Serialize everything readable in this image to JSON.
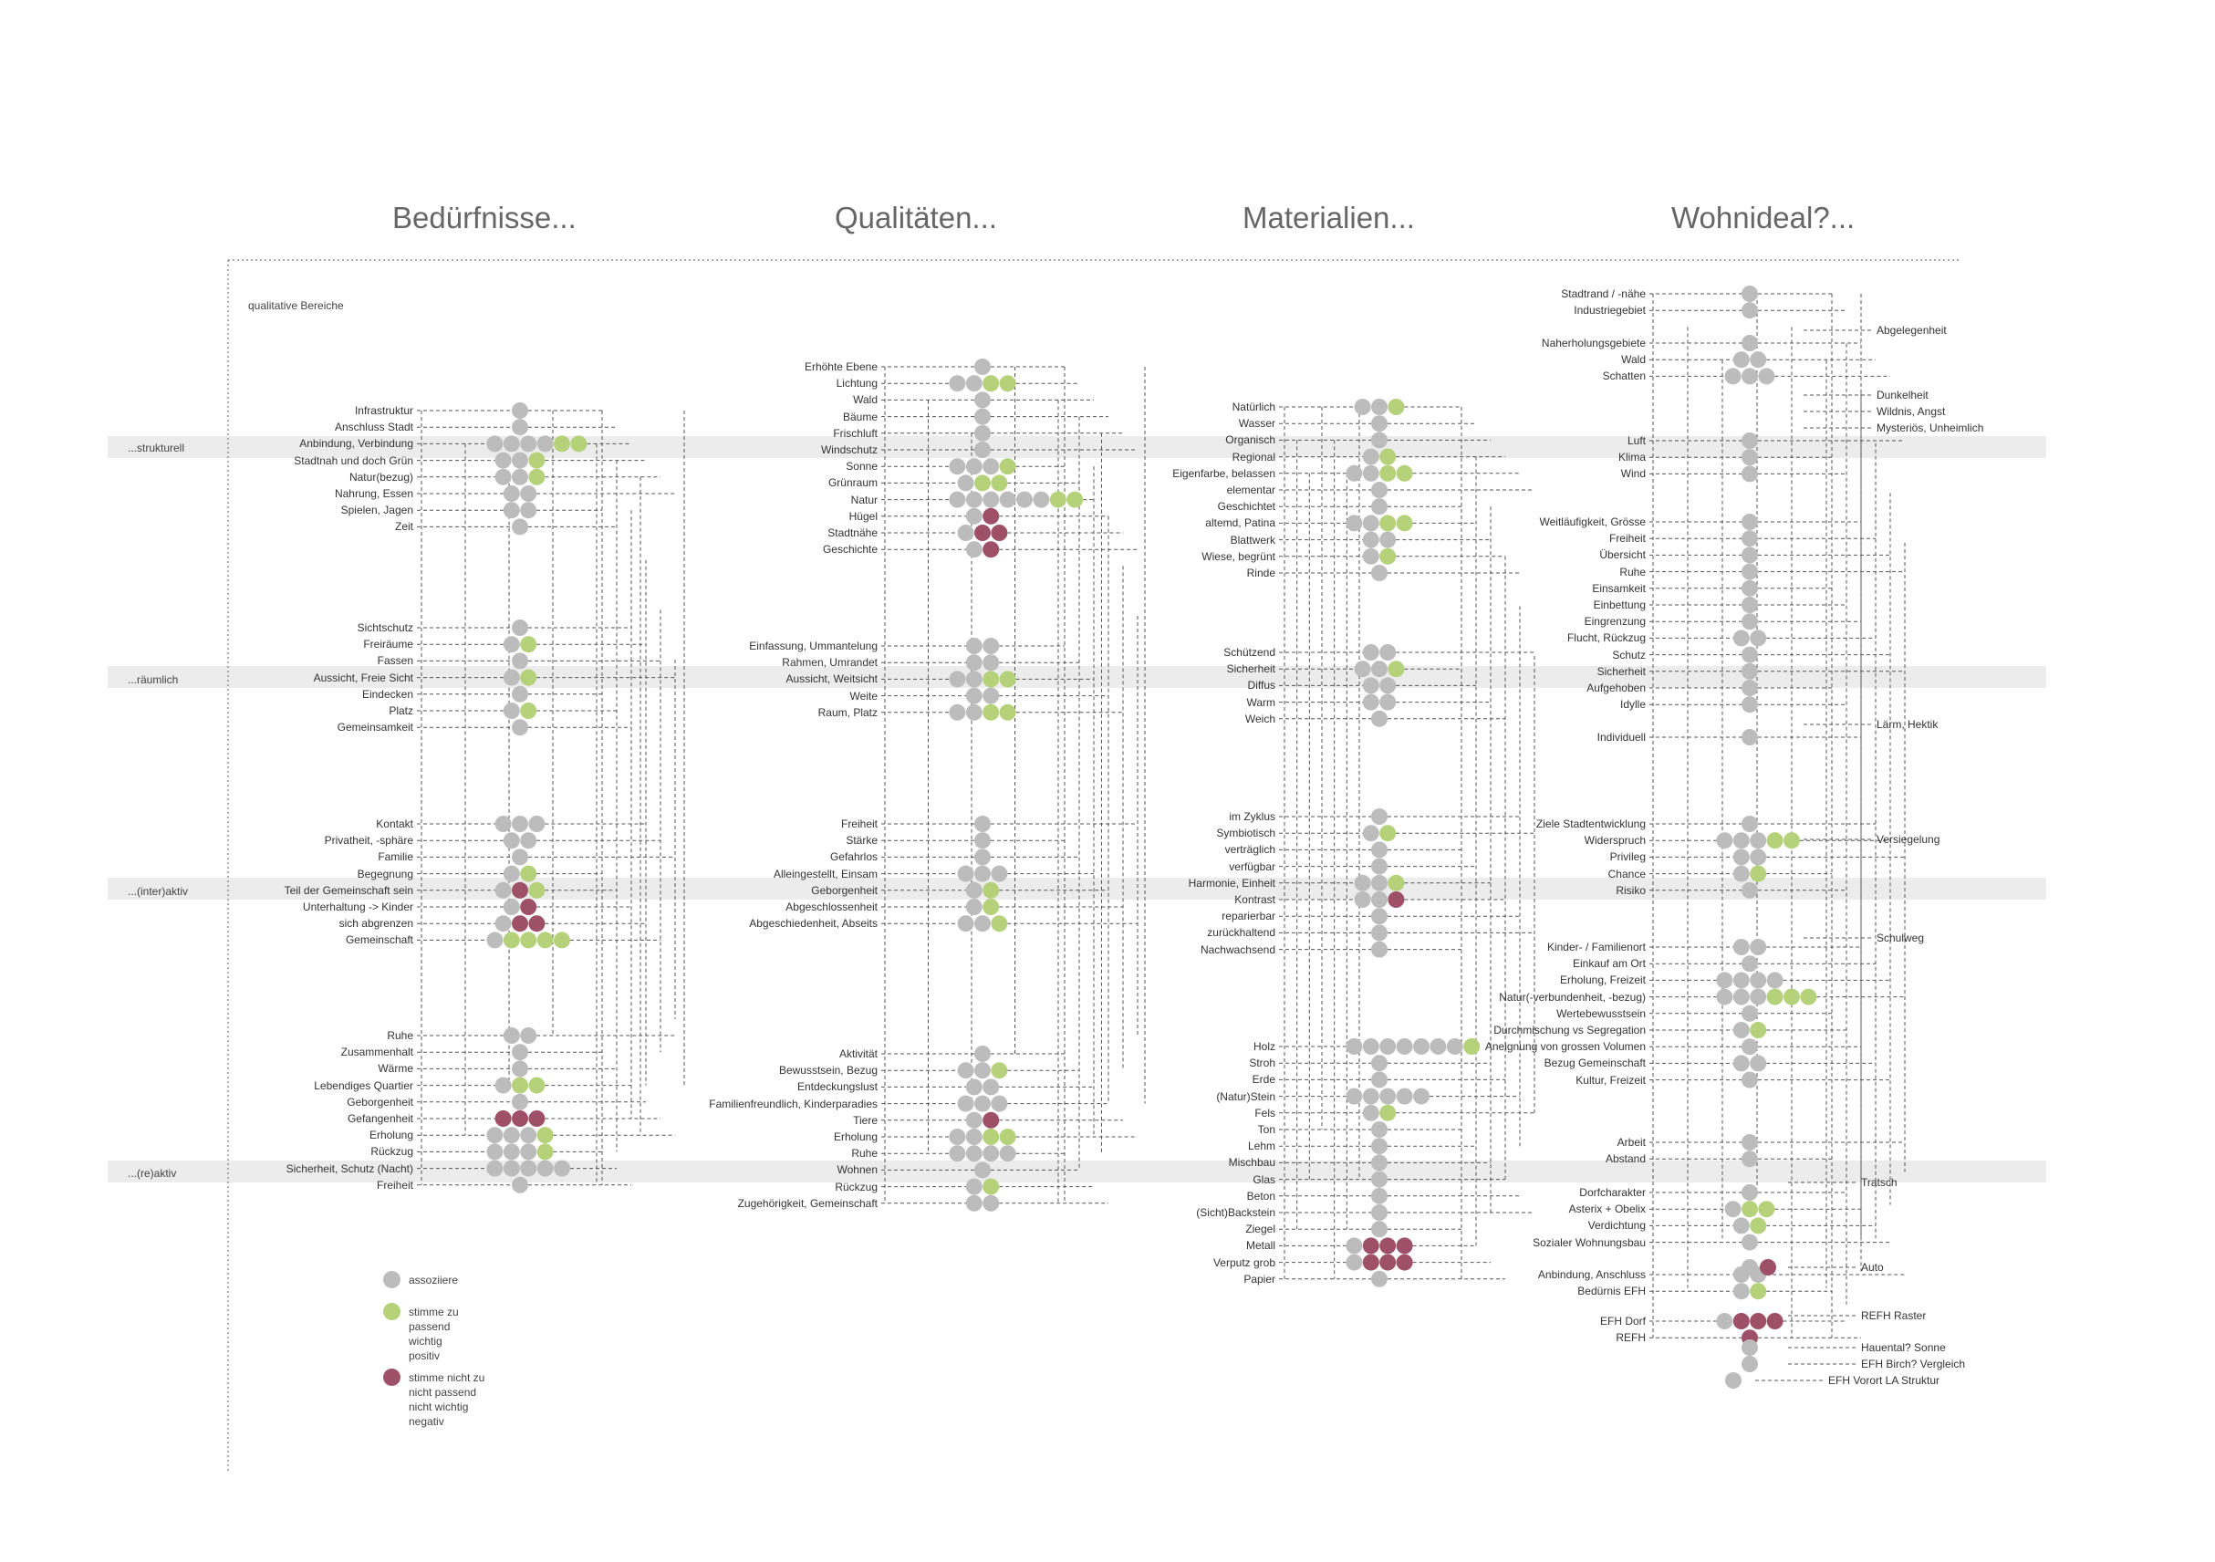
{
  "colors": {
    "assoc": "#bcbcbc",
    "agree": "#b5d17a",
    "disagree": "#9e5068",
    "band": "#ececec",
    "line": "#555555"
  },
  "headings": [
    "Bedürfnisse...",
    "Qualitäten...",
    "Materialien...",
    "Wohnideal?..."
  ],
  "note": "qualitative Bereiche",
  "bands": [
    {
      "label": "...strukturell"
    },
    {
      "label": "...räumlich"
    },
    {
      "label": "...(inter)aktiv"
    },
    {
      "label": "...(re)aktiv"
    }
  ],
  "legend": [
    {
      "kind": "assoc",
      "text": "assoziiere"
    },
    {
      "kind": "agree",
      "text": "stimme zu\npassend\nwichtig\npositiv"
    },
    {
      "kind": "disagree",
      "text": "stimme nicht zu\nnicht passend\nnicht wichtig\nnegativ"
    }
  ],
  "columns": [
    {
      "terms": [
        {
          "label": "Infrastruktur",
          "dots": "a"
        },
        {
          "label": "Anschluss Stadt",
          "dots": "a"
        },
        {
          "label": "Anbindung, Verbindung",
          "dots": "aaaagg"
        },
        {
          "label": "Stadtnah und doch Grün",
          "dots": "aag"
        },
        {
          "label": "Natur(bezug)",
          "dots": "aag"
        },
        {
          "label": "Nahrung, Essen",
          "dots": "aa"
        },
        {
          "label": "Spielen, Jagen",
          "dots": "aa"
        },
        {
          "label": "Zeit",
          "dots": "a"
        },
        {
          "label": "Sichtschutz",
          "dots": "a"
        },
        {
          "label": "Freiräume",
          "dots": "ag"
        },
        {
          "label": "Fassen",
          "dots": "a"
        },
        {
          "label": "Aussicht, Freie Sicht",
          "dots": "ag"
        },
        {
          "label": "Eindecken",
          "dots": "a"
        },
        {
          "label": "Platz",
          "dots": "ag"
        },
        {
          "label": "Gemeinsamkeit",
          "dots": "a"
        },
        {
          "label": "Kontakt",
          "dots": "aaa"
        },
        {
          "label": "Privatheit, -sphäre",
          "dots": "aa"
        },
        {
          "label": "Familie",
          "dots": "a"
        },
        {
          "label": "Begegnung",
          "dots": "ag"
        },
        {
          "label": "Teil der Gemeinschaft sein",
          "dots": "adg"
        },
        {
          "label": "Unterhaltung -> Kinder",
          "dots": "ad"
        },
        {
          "label": "sich abgrenzen",
          "dots": "add"
        },
        {
          "label": "Gemeinschaft",
          "dots": "agggg"
        },
        {
          "label": "Ruhe",
          "dots": "aa"
        },
        {
          "label": "Zusammenhalt",
          "dots": "a"
        },
        {
          "label": "Wärme",
          "dots": "a"
        },
        {
          "label": "Lebendiges Quartier",
          "dots": "agg"
        },
        {
          "label": "Geborgenheit",
          "dots": "a"
        },
        {
          "label": "Gefangenheit",
          "dots": "ddd"
        },
        {
          "label": "Erholung",
          "dots": "aaag"
        },
        {
          "label": "Rückzug",
          "dots": "aaag"
        },
        {
          "label": "Sicherheit, Schutz (Nacht)",
          "dots": "aaaaa"
        },
        {
          "label": "Freiheit",
          "dots": "a"
        }
      ]
    },
    {
      "terms": [
        {
          "label": "Erhöhte Ebene",
          "dots": "a"
        },
        {
          "label": "Lichtung",
          "dots": "aagg"
        },
        {
          "label": "Wald",
          "dots": "a"
        },
        {
          "label": "Bäume",
          "dots": "a"
        },
        {
          "label": "Frischluft",
          "dots": "a"
        },
        {
          "label": "Windschutz",
          "dots": "a"
        },
        {
          "label": "Sonne",
          "dots": "aaag"
        },
        {
          "label": "Grünraum",
          "dots": "agg"
        },
        {
          "label": "Natur",
          "dots": "aaaaaagg"
        },
        {
          "label": "Hügel",
          "dots": "ad"
        },
        {
          "label": "Stadtnähe",
          "dots": "add"
        },
        {
          "label": "Geschichte",
          "dots": "ad"
        },
        {
          "label": "Einfassung, Ummantelung",
          "dots": "aa"
        },
        {
          "label": "Rahmen, Umrandet",
          "dots": "aa"
        },
        {
          "label": "Aussicht, Weitsicht",
          "dots": "aagg"
        },
        {
          "label": "Weite",
          "dots": "aa"
        },
        {
          "label": "Raum, Platz",
          "dots": "aagg"
        },
        {
          "label": "Freiheit",
          "dots": "a"
        },
        {
          "label": "Stärke",
          "dots": "a"
        },
        {
          "label": "Gefahrlos",
          "dots": "a"
        },
        {
          "label": "Alleingestellt, Einsam",
          "dots": "aaa"
        },
        {
          "label": "Geborgenheit",
          "dots": "ag"
        },
        {
          "label": "Abgeschlossenheit",
          "dots": "ag"
        },
        {
          "label": "Abgeschiedenheit, Abseits",
          "dots": "aag"
        },
        {
          "label": "Aktivität",
          "dots": "a"
        },
        {
          "label": "Bewusstsein, Bezug",
          "dots": "aag"
        },
        {
          "label": "Entdeckungslust",
          "dots": "aa"
        },
        {
          "label": "Familienfreundlich, Kinderparadies",
          "dots": "aaa"
        },
        {
          "label": "Tiere",
          "dots": "ad"
        },
        {
          "label": "Erholung",
          "dots": "aagg"
        },
        {
          "label": "Ruhe",
          "dots": "aaaa"
        },
        {
          "label": "Wohnen",
          "dots": "a"
        },
        {
          "label": "Rückzug",
          "dots": "ag"
        },
        {
          "label": "Zugehörigkeit, Gemeinschaft",
          "dots": "aa"
        }
      ]
    },
    {
      "terms": [
        {
          "label": "Natürlich",
          "dots": "aag"
        },
        {
          "label": "Wasser",
          "dots": "a"
        },
        {
          "label": "Organisch",
          "dots": "a"
        },
        {
          "label": "Regional",
          "dots": "ag"
        },
        {
          "label": "Eigenfarbe, belassen",
          "dots": "aagg"
        },
        {
          "label": "elementar",
          "dots": "a"
        },
        {
          "label": "Geschichtet",
          "dots": "a"
        },
        {
          "label": "altemd, Patina",
          "dots": "aagg"
        },
        {
          "label": "Blattwerk",
          "dots": "aa"
        },
        {
          "label": "Wiese, begrünt",
          "dots": "ag"
        },
        {
          "label": "Rinde",
          "dots": "a"
        },
        {
          "label": "Schützend",
          "dots": "aa"
        },
        {
          "label": "Sicherheit",
          "dots": "aag"
        },
        {
          "label": "Diffus",
          "dots": "aa"
        },
        {
          "label": "Warm",
          "dots": "aa"
        },
        {
          "label": "Weich",
          "dots": "a"
        },
        {
          "label": "im Zyklus",
          "dots": "a"
        },
        {
          "label": "Symbiotisch",
          "dots": "ag"
        },
        {
          "label": "verträglich",
          "dots": "a"
        },
        {
          "label": "verfügbar",
          "dots": "a"
        },
        {
          "label": "Harmonie, Einheit",
          "dots": "aag"
        },
        {
          "label": "Kontrast",
          "dots": "aad"
        },
        {
          "label": "reparierbar",
          "dots": "a"
        },
        {
          "label": "zurückhaltend",
          "dots": "a"
        },
        {
          "label": "Nachwachsend",
          "dots": "a"
        },
        {
          "label": "Holz",
          "dots": "aaaaaaag"
        },
        {
          "label": "Stroh",
          "dots": "a"
        },
        {
          "label": "Erde",
          "dots": "a"
        },
        {
          "label": "(Natur)Stein",
          "dots": "aaaaa"
        },
        {
          "label": "Fels",
          "dots": "ag"
        },
        {
          "label": "Ton",
          "dots": "a"
        },
        {
          "label": "Lehm",
          "dots": "a"
        },
        {
          "label": "Mischbau",
          "dots": "a"
        },
        {
          "label": "Glas",
          "dots": "a"
        },
        {
          "label": "Beton",
          "dots": "a"
        },
        {
          "label": "(Sicht)Backstein",
          "dots": "a"
        },
        {
          "label": "Ziegel",
          "dots": "a"
        },
        {
          "label": "Metall",
          "dots": "addd"
        },
        {
          "label": "Verputz grob",
          "dots": "addd"
        },
        {
          "label": "Papier",
          "dots": "a"
        }
      ]
    },
    {
      "terms": [
        {
          "label": "Stadtrand / -nähe",
          "dots": "a"
        },
        {
          "label": "Industriegebiet",
          "dots": "a"
        },
        {
          "label": "Naherholungsgebiete",
          "dots": "a"
        },
        {
          "label": "Wald",
          "dots": "aa"
        },
        {
          "label": "Schatten",
          "dots": "aaa"
        },
        {
          "label": "Luft",
          "dots": "a"
        },
        {
          "label": "Klima",
          "dots": "a"
        },
        {
          "label": "Wind",
          "dots": "a"
        },
        {
          "label": "Weitläufigkeit, Grösse",
          "dots": "a"
        },
        {
          "label": "Freiheit",
          "dots": "a"
        },
        {
          "label": "Übersicht",
          "dots": "a"
        },
        {
          "label": "Ruhe",
          "dots": "a"
        },
        {
          "label": "Einsamkeit",
          "dots": "a"
        },
        {
          "label": "Einbettung",
          "dots": "a"
        },
        {
          "label": "Eingrenzung",
          "dots": "a"
        },
        {
          "label": "Flucht, Rückzug",
          "dots": "aa"
        },
        {
          "label": "Schutz",
          "dots": "a"
        },
        {
          "label": "Sicherheit",
          "dots": "a"
        },
        {
          "label": "Aufgehoben",
          "dots": "a"
        },
        {
          "label": "Idylle",
          "dots": "a"
        },
        {
          "label": "Individuell",
          "dots": "a"
        },
        {
          "label": "Ziele Stadtentwicklung",
          "dots": "a"
        },
        {
          "label": "Widerspruch",
          "dots": "aaagg"
        },
        {
          "label": "Privileg",
          "dots": "aa"
        },
        {
          "label": "Chance",
          "dots": "ag"
        },
        {
          "label": "Risiko",
          "dots": "a"
        },
        {
          "label": "Kinder- / Familienort",
          "dots": "aa"
        },
        {
          "label": "Einkauf am Ort",
          "dots": "a"
        },
        {
          "label": "Erholung, Freizeit",
          "dots": "aaaa"
        },
        {
          "label": "Natur(-verbundenheit, -bezug)",
          "dots": "aaaggg"
        },
        {
          "label": "Wertebewusstsein",
          "dots": "a"
        },
        {
          "label": "Durchmischung vs Segregation",
          "dots": "ag"
        },
        {
          "label": "Aneignung von grossen Volumen",
          "dots": "a"
        },
        {
          "label": "Bezug Gemeinschaft",
          "dots": "aa"
        },
        {
          "label": "Kultur, Freizeit",
          "dots": "a"
        },
        {
          "label": "Arbeit",
          "dots": "a"
        },
        {
          "label": "Abstand",
          "dots": "a"
        },
        {
          "label": "Dorfcharakter",
          "dots": "a"
        },
        {
          "label": "Asterix + Obelix",
          "dots": "agg"
        },
        {
          "label": "Verdichtung",
          "dots": "ag"
        },
        {
          "label": "Sozialer Wohnungsbau",
          "dots": "a"
        },
        {
          "label": "Anbindung, Anschluss",
          "dots": "aa"
        },
        {
          "label": "Bedürnis EFH",
          "dots": "ag"
        },
        {
          "label": "EFH Dorf",
          "dots": "addd"
        },
        {
          "label": "REFH",
          "dots": "d"
        }
      ],
      "right_terms": [
        {
          "label": "Abgelegenheit"
        },
        {
          "label": "Dunkelheit"
        },
        {
          "label": "Wildnis, Angst"
        },
        {
          "label": "Mysteriös, Unheimlich"
        },
        {
          "label": "Lärm, Hektik"
        },
        {
          "label": "Versiegelung"
        },
        {
          "label": "Schulweg"
        },
        {
          "label": "Tratsch"
        },
        {
          "label": "Auto"
        },
        {
          "label": "REFH Raster"
        },
        {
          "label": "Hauental? Sonne"
        },
        {
          "label": "EFH Birch? Vergleich"
        },
        {
          "label": "EFH Vorort LA Struktur"
        }
      ]
    }
  ]
}
